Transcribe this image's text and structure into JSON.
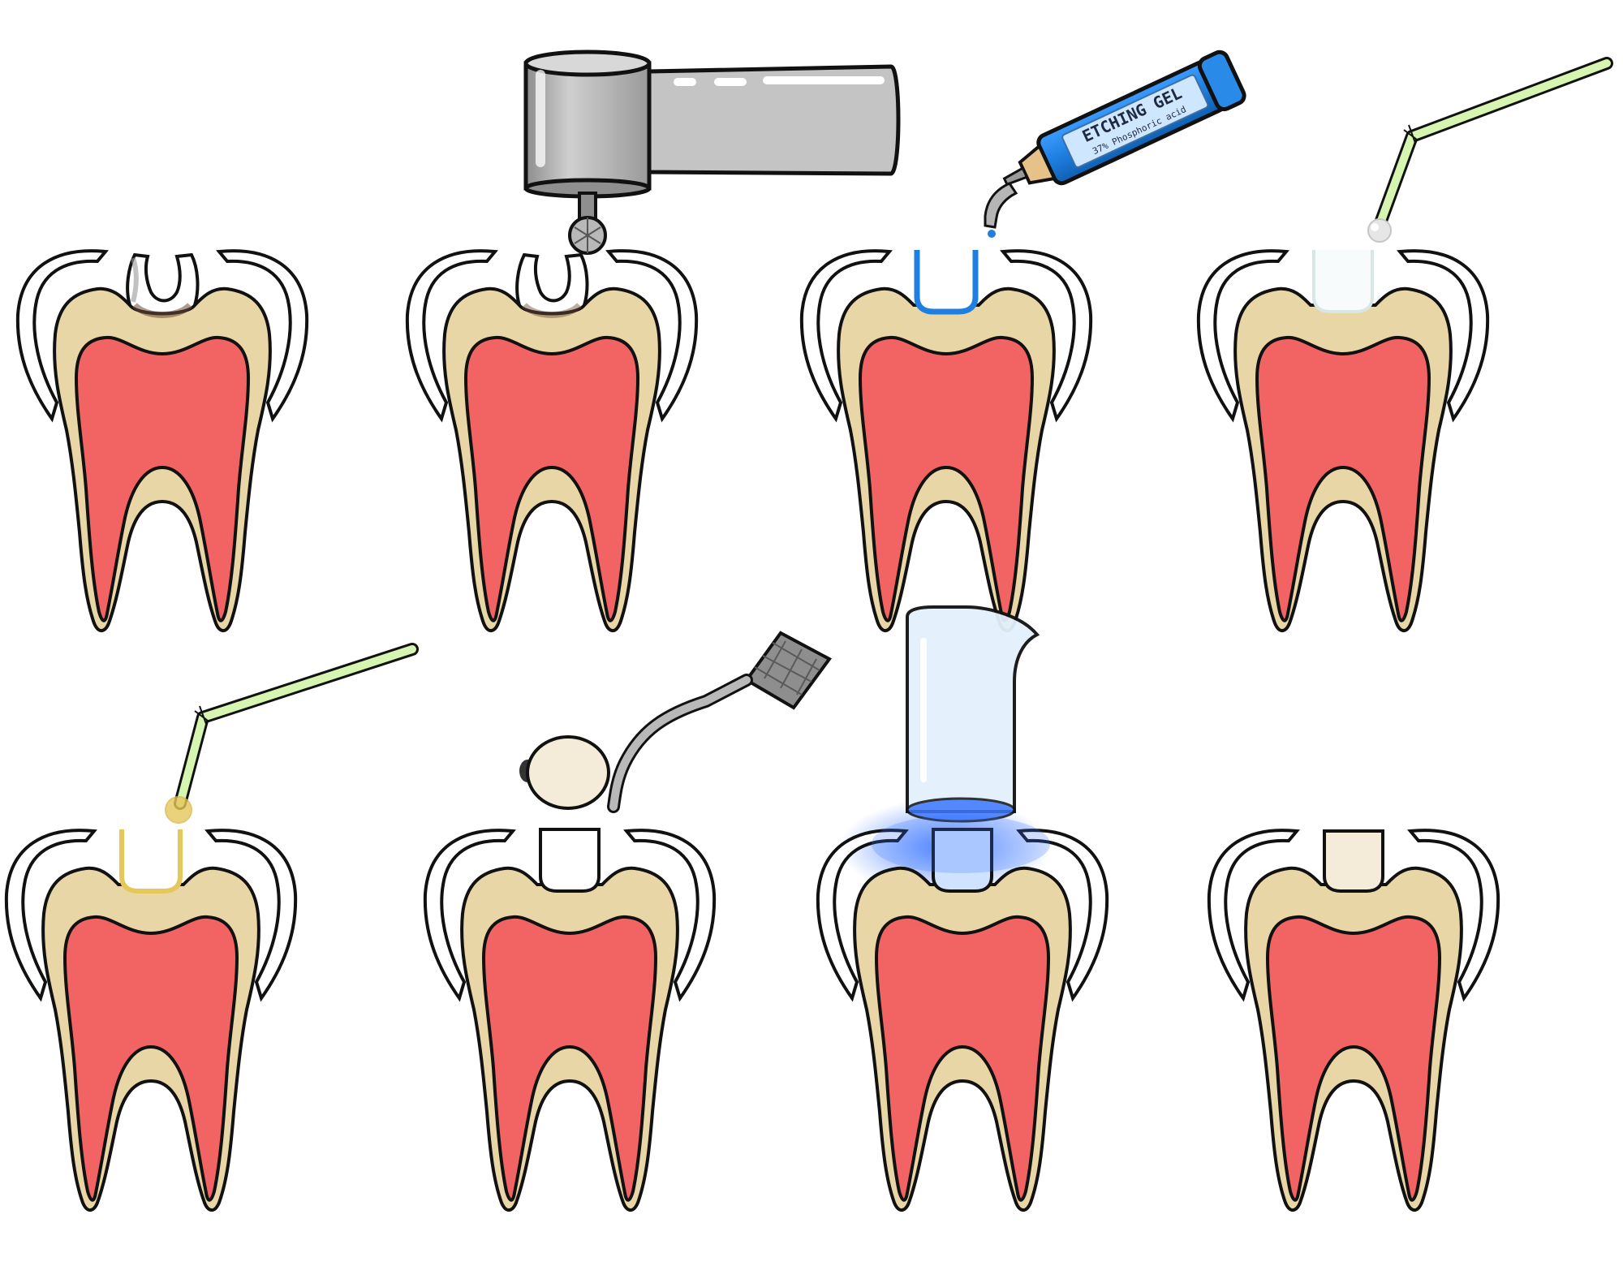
{
  "diagram": {
    "colors": {
      "enamel": "#ffffff",
      "dentin": "#e8d6a6",
      "pulp": "#f26464",
      "outline": "#111111",
      "decay": "#6b4a3a",
      "etch_gel": "#1f7fe0",
      "bonding_agent": "#e6c85a",
      "composite": "#f4ecd8",
      "curing_light": "#3c78ff",
      "handpiece_metal": "#a9a9a9",
      "applicator": "#d6f5b0"
    },
    "steps": [
      {
        "stage": "caries",
        "tool": "none"
      },
      {
        "stage": "drilling",
        "tool": "handpiece-icon"
      },
      {
        "stage": "etching",
        "tool": "etching-gel-syringe-icon"
      },
      {
        "stage": "rinsing",
        "tool": "microbrush-applicator-icon"
      },
      {
        "stage": "bonding",
        "tool": "microbrush-applicator-icon"
      },
      {
        "stage": "composite-placement",
        "tool": "plastic-instrument-icon"
      },
      {
        "stage": "light-curing",
        "tool": "curing-light-icon"
      },
      {
        "stage": "restored",
        "tool": "none"
      }
    ],
    "syringe": {
      "label_main": "ETCHING GEL",
      "label_sub": "37% Phosphoric acid"
    }
  }
}
